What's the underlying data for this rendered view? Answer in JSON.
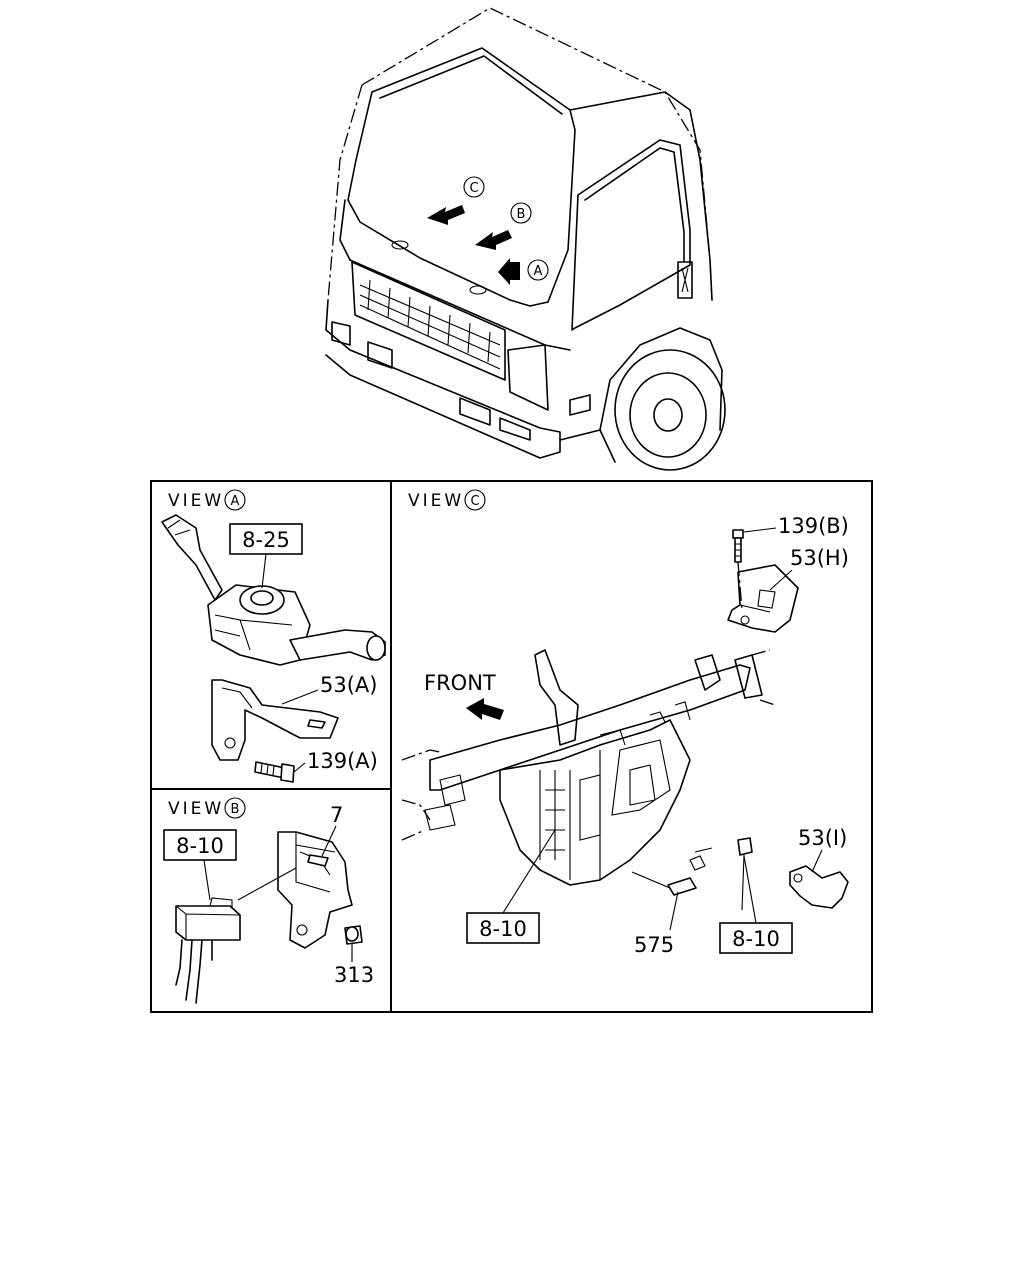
{
  "truck": {
    "view_markers": [
      {
        "letter": "C"
      },
      {
        "letter": "B"
      },
      {
        "letter": "A"
      }
    ]
  },
  "panels": {
    "view_a": {
      "title": "VIEW",
      "letter": "A",
      "callouts": [
        {
          "text": "8-25",
          "boxed": true
        },
        {
          "text": "53(A)",
          "boxed": false
        },
        {
          "text": "139(A)",
          "boxed": false
        }
      ]
    },
    "view_b": {
      "title": "VIEW",
      "letter": "B",
      "callouts": [
        {
          "text": "8-10",
          "boxed": true
        },
        {
          "text": "7",
          "boxed": false
        },
        {
          "text": "313",
          "boxed": false
        }
      ]
    },
    "view_c": {
      "title": "VIEW",
      "letter": "C",
      "front_label": "FRONT",
      "callouts": [
        {
          "text": "139(B)",
          "boxed": false
        },
        {
          "text": "53(H)",
          "boxed": false
        },
        {
          "text": "53(I)",
          "boxed": false
        },
        {
          "text": "8-10",
          "boxed": true
        },
        {
          "text": "575",
          "boxed": false
        },
        {
          "text": "8-10",
          "boxed": true
        }
      ]
    }
  }
}
